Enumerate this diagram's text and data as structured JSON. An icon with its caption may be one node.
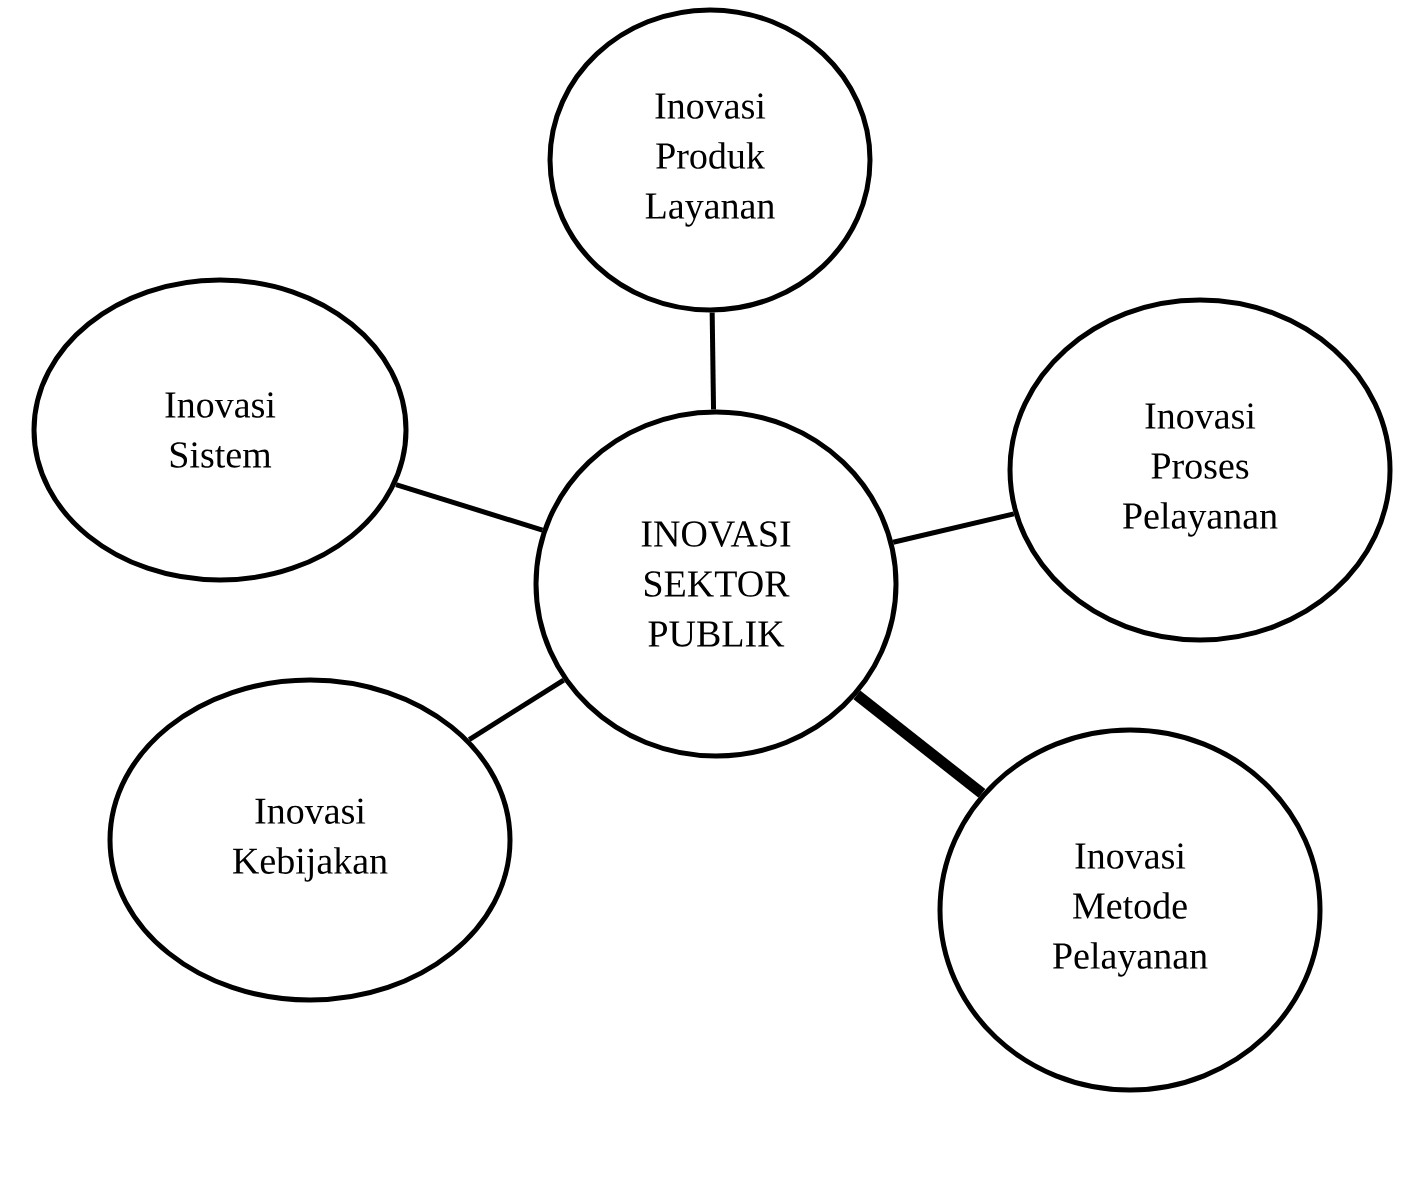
{
  "diagram": {
    "nodes": [
      {
        "text": [
          "Inovasi Produk Layanan"
        ]
      },
      {
        "text": [
          "Inovasi Sistem"
        ]
      },
      {
        "text": [
          "Inovasi Proses Pelayanan"
        ]
      },
      {
        "text": [
          "INOVASI SEKTOR PUBLIK"
        ]
      },
      {
        "text": [
          "Inovasi Kebijakan"
        ]
      },
      {
        "text": [
          "Inovasi Metode Pelayanan"
        ]
      }
    ],
    "edges": [
      {
        "from": 3,
        "to": 0,
        "arrow": "none"
      },
      {
        "from": 3,
        "to": 1,
        "arrow": "none"
      },
      {
        "from": 3,
        "to": 2,
        "arrow": "none"
      },
      {
        "from": 3,
        "to": 4,
        "arrow": "none"
      },
      {
        "from": 3,
        "to": 5,
        "arrow": "none",
        "style": "thick"
      }
    ]
  }
}
